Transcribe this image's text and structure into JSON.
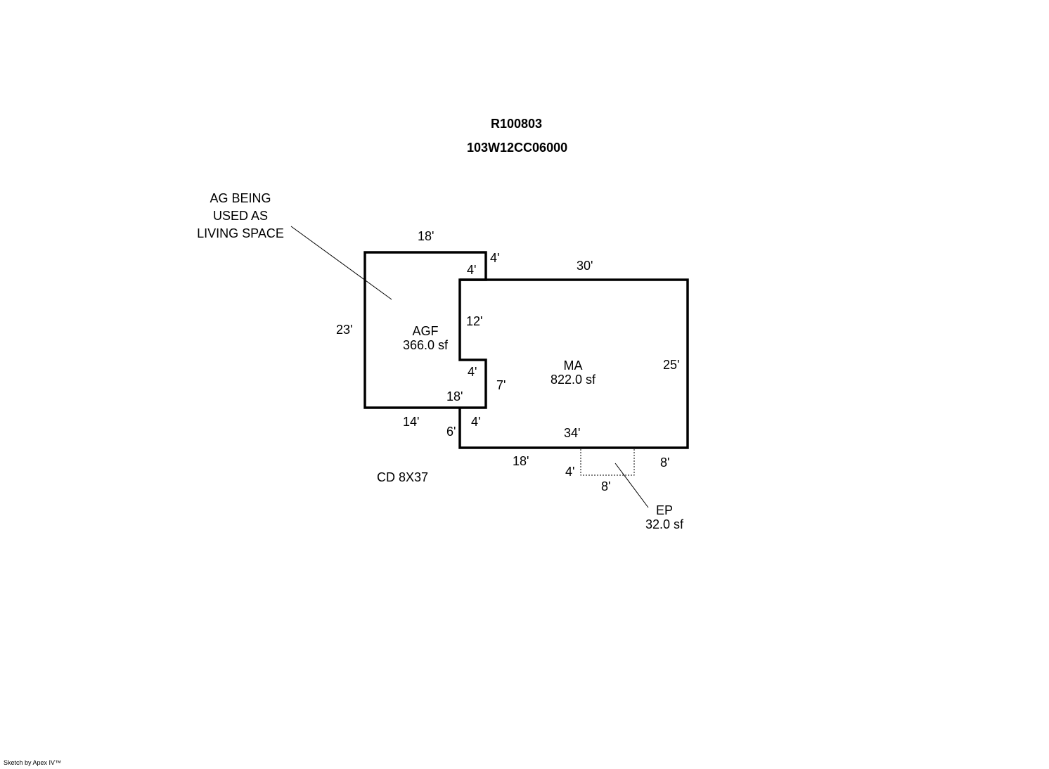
{
  "header": {
    "account": "R100803",
    "parcel": "103W12CC06000"
  },
  "annotations": {
    "ag_note": [
      "AG BEING",
      "USED AS",
      "LIVING SPACE"
    ],
    "cd_note": "CD 8X37"
  },
  "areas": {
    "agf": {
      "label": "AGF",
      "area": "366.0 sf"
    },
    "ma": {
      "label": "MA",
      "area": "822.0 sf"
    },
    "ep": {
      "label": "EP",
      "area": "32.0 sf"
    }
  },
  "dimensions": {
    "agf_top": "18'",
    "agf_left": "23'",
    "agf_right_upper_outer": "4'",
    "agf_right_upper_inner": "4'",
    "agf_notch_height": "12'",
    "agf_notch_bottom": "4'",
    "agf_right_lower": "7'",
    "agf_bottom_inner": "18'",
    "agf_bottom_outer": "14'",
    "ma_top": "30'",
    "ma_right": "25'",
    "ma_bottom": "34'",
    "ma_left_lower_inner": "4'",
    "ma_left_lower_outer": "6'",
    "ma_bottom_left_outer": "18'",
    "ma_bottom_right_outer": "8'",
    "ep_left": "4'",
    "ep_bottom": "8'"
  },
  "footer": {
    "credit": "Sketch by Apex IV™"
  },
  "colors": {
    "lines": "#000000",
    "background": "#ffffff"
  }
}
